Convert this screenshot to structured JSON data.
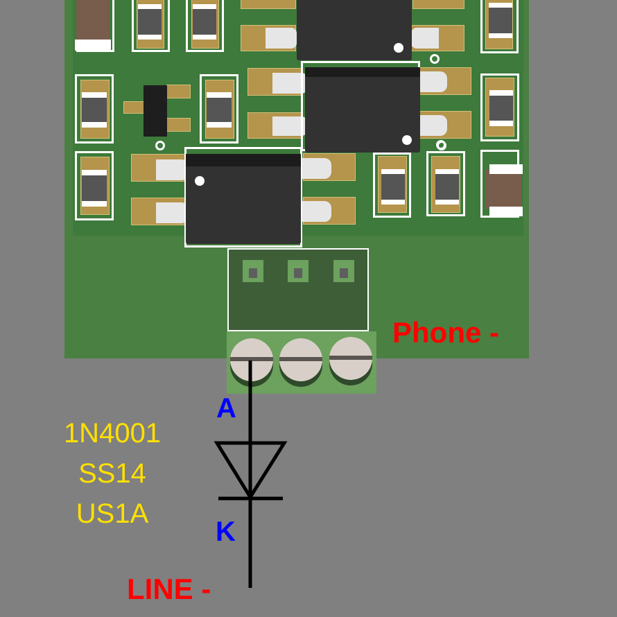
{
  "colors": {
    "background": "#808080",
    "pcb": "#4a8042",
    "pad": "#b5944b",
    "silkscreen": "#ffffff",
    "ic_body": "#323232",
    "terminal_block": "#6ca15e",
    "net_label": "#ff0000",
    "pin_label": "#0000ff",
    "part_label": "#ffe000",
    "schematic": "#000000"
  },
  "labels": {
    "phone_net": "Phone -",
    "line_net": "LINE -",
    "anode": "A",
    "cathode": "K"
  },
  "diode_parts": [
    "1N4001",
    "SS14",
    "US1A"
  ],
  "terminal_block": {
    "positions": 3
  }
}
